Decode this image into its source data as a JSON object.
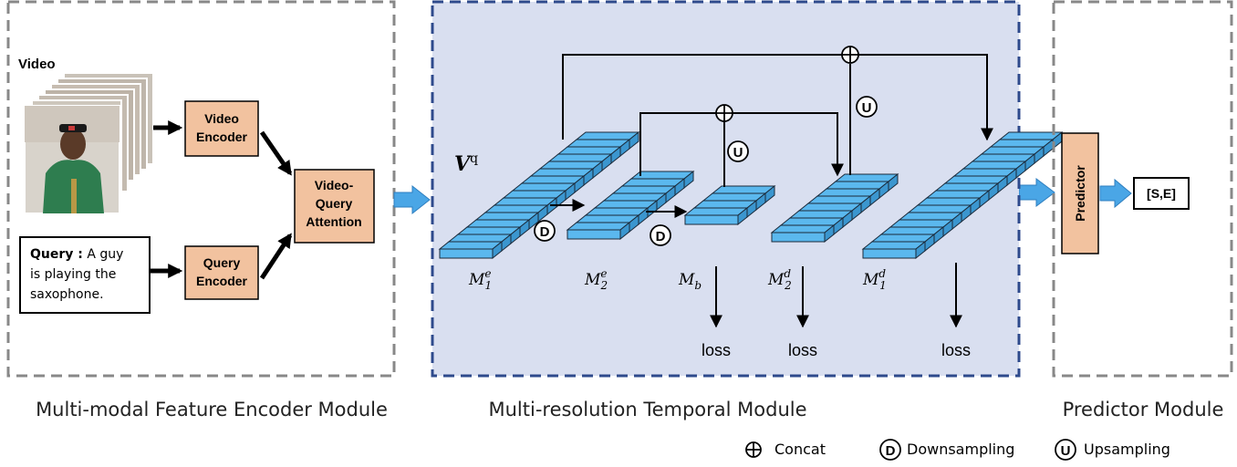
{
  "encoder": {
    "video_label": "Video",
    "video_encoder": [
      "Video",
      "Encoder"
    ],
    "query_encoder": [
      "Query",
      "Encoder"
    ],
    "attention": [
      "Video-",
      "Query",
      "Attention"
    ],
    "query_title": "Query :",
    "query_lines": [
      " A guy",
      "is playing the",
      "saxophone."
    ]
  },
  "temporal": {
    "vq_base": "V",
    "vq_sup": "q",
    "ops": {
      "down": "D",
      "up": "U",
      "concat": "+"
    },
    "loss": "loss",
    "maps": [
      {
        "base": "M",
        "sub": "1",
        "sup": "e"
      },
      {
        "base": "M",
        "sub": "2",
        "sup": "e"
      },
      {
        "base": "M",
        "sub": "b",
        "sup": ""
      },
      {
        "base": "M",
        "sub": "2",
        "sup": "d"
      },
      {
        "base": "M",
        "sub": "1",
        "sup": "d"
      }
    ]
  },
  "predictor": {
    "label": "Predictor",
    "output": "[S,E]"
  },
  "captions": {
    "encoder": "Multi-modal Feature Encoder Module",
    "temporal": "Multi-resolution Temporal Module",
    "predictor": "Predictor Module"
  },
  "legend": {
    "concat_symbol": "⊕",
    "concat": "Concat",
    "down_symbol": "D",
    "down": "Downsampling",
    "up_symbol": "U",
    "up": "Upsampling"
  },
  "colors": {
    "enc_box": "#f2c29f",
    "temporal_bg": "#d9dff0",
    "temporal_border": "#2e4a8c",
    "cell": "#5bb8ee",
    "flow_arrow": "#4aa6e6"
  }
}
